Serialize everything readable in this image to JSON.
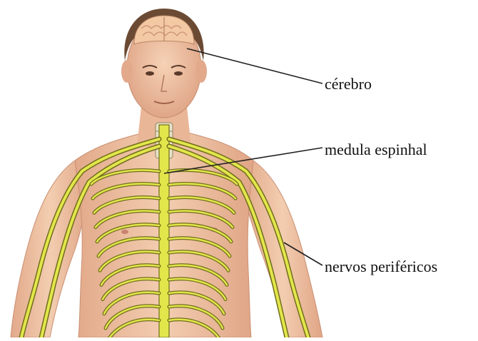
{
  "labels": {
    "brain": "cérebro",
    "spinal_cord": "medula espinhal",
    "peripheral_nerves": "nervos periféricos"
  },
  "colors": {
    "skin": "#f0c7a6",
    "skin_shadow": "#d9a283",
    "hair": "#6b4a33",
    "brain": "#f3c9a4",
    "nerve": "#e3e64a",
    "nerve_outline": "#6f6e1c",
    "leader_line": "#222222"
  }
}
